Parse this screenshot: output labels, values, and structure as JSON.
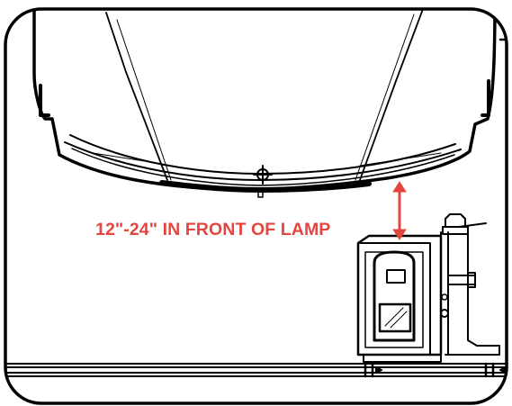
{
  "callout": {
    "text": "12\"-24\" IN FRONT OF LAMP",
    "color": "#e4463f"
  },
  "diagram": {
    "subjects": [
      "vehicle-front",
      "headlamp-aimer",
      "floor-rail"
    ],
    "line_color": "#000000",
    "background": "#ffffff",
    "arrow_color": "#e4463f"
  }
}
